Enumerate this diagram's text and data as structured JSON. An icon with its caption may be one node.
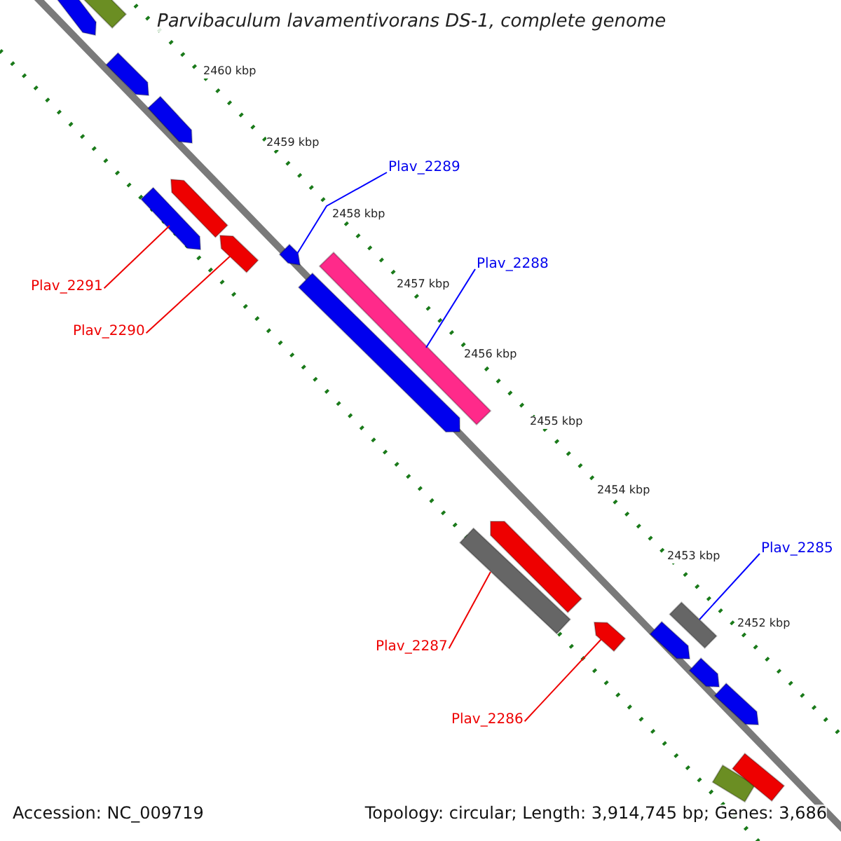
{
  "diagram": {
    "title": "Parvibaculum lavamentivorans DS-1, complete genome",
    "nodes": [
      {
        "text": [],
        "shape": "bar"
      },
      {
        "text": [],
        "shape": "bar"
      },
      {
        "text": [],
        "shape": "bar"
      },
      {
        "text": [],
        "shape": "bar"
      },
      {
        "text": [],
        "shape": "bar"
      },
      {
        "text": [],
        "shape": "bar"
      },
      {
        "text": [],
        "shape": "bar"
      },
      {
        "text": [],
        "shape": "bar"
      },
      {
        "text": [],
        "shape": "bar"
      },
      {
        "text": [],
        "shape": "bar"
      },
      {
        "text": [],
        "shape": "bar"
      },
      {
        "text": [],
        "shape": "bar"
      },
      {
        "text": [],
        "shape": "bar"
      },
      {
        "text": [],
        "shape": "bar"
      },
      {
        "text": [],
        "shape": "bar"
      },
      {
        "text": [],
        "shape": "bar"
      },
      {
        "text": [],
        "shape": "bar"
      },
      {
        "text": [],
        "shape": "bar"
      },
      {
        "text": [],
        "shape": "bar"
      },
      {
        "text": [
          "Plav_2289"
        ]
      },
      {
        "text": [
          "Plav_2288"
        ]
      },
      {
        "text": [
          "Plav_2291"
        ]
      },
      {
        "text": [
          "Plav_2290"
        ]
      },
      {
        "text": [
          "Plav_2285"
        ]
      },
      {
        "text": [
          "Plav_2287"
        ]
      },
      {
        "text": [
          "Plav_2286"
        ]
      }
    ],
    "edges": [
      {
        "from": 19,
        "to": 7,
        "arrow": "none",
        "color": "#0000ff"
      },
      {
        "from": 20,
        "to": 8,
        "arrow": "none",
        "color": "#0000ff"
      },
      {
        "from": 21,
        "to": 5,
        "arrow": "none"
      },
      {
        "from": 22,
        "to": 6,
        "arrow": "none"
      },
      {
        "from": 23,
        "to": 14,
        "arrow": "none",
        "color": "#0000ff"
      },
      {
        "from": 24,
        "to": 10,
        "arrow": "none"
      },
      {
        "from": 25,
        "to": 12,
        "arrow": "none"
      }
    ],
    "labels": [
      "2460 kbp",
      "2459 kbp",
      "2458 kbp",
      "2457 kbp",
      "2456 kbp",
      "2455 kbp",
      "2454 kbp",
      "2453 kbp",
      "2452 kbp",
      "Accession: NC_009719",
      "Topology: circular; Length: 3,914,745 bp; Genes: 3,686"
    ]
  }
}
